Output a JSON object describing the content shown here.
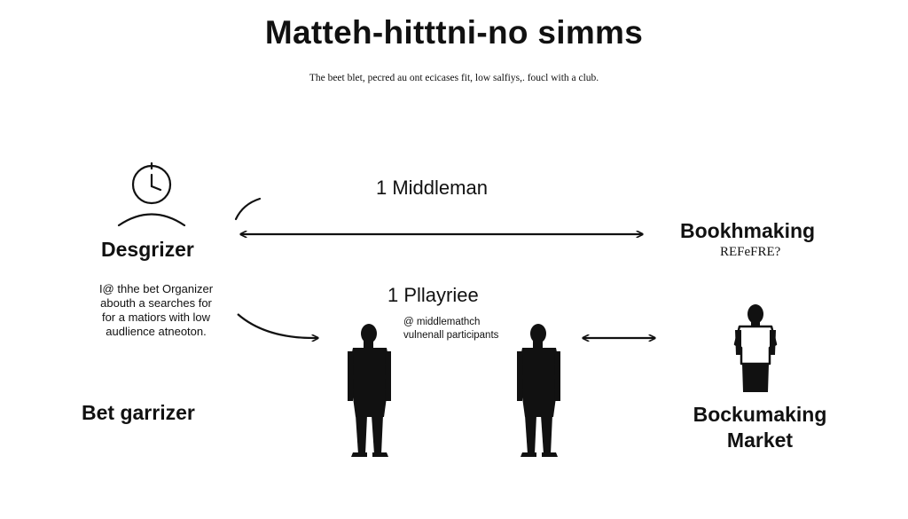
{
  "header": {
    "title": "Matteh-hitttni-no simms",
    "subtitle": "The beet blet, pecred au ont ecicases fit, low salfiys,. foucl with a club."
  },
  "left": {
    "role_title": "Desgrizer",
    "desc_lines": [
      "I@ thhe bet  Organizer",
      "abouth a searches for",
      "for a matiors with low",
      "audlience atneoton."
    ],
    "bottom_label": "Bet garrizer"
  },
  "middle": {
    "top_label": "1 Middleman",
    "player_label": "1 Pllayriee",
    "player_desc_lines": [
      "@ middlemathch",
      "vulnenall participants"
    ]
  },
  "right": {
    "top_label": "Bookhmaking",
    "top_sub": "REFeFRE?",
    "bottom_label_lines": [
      "Bockumaking",
      "Market"
    ]
  },
  "icons": {
    "clock_person": "clock-person-icon",
    "silhouette_person": "person-silhouette-icon",
    "referee": "referee-icon"
  },
  "colors": {
    "ink": "#111111",
    "background": "#ffffff"
  }
}
